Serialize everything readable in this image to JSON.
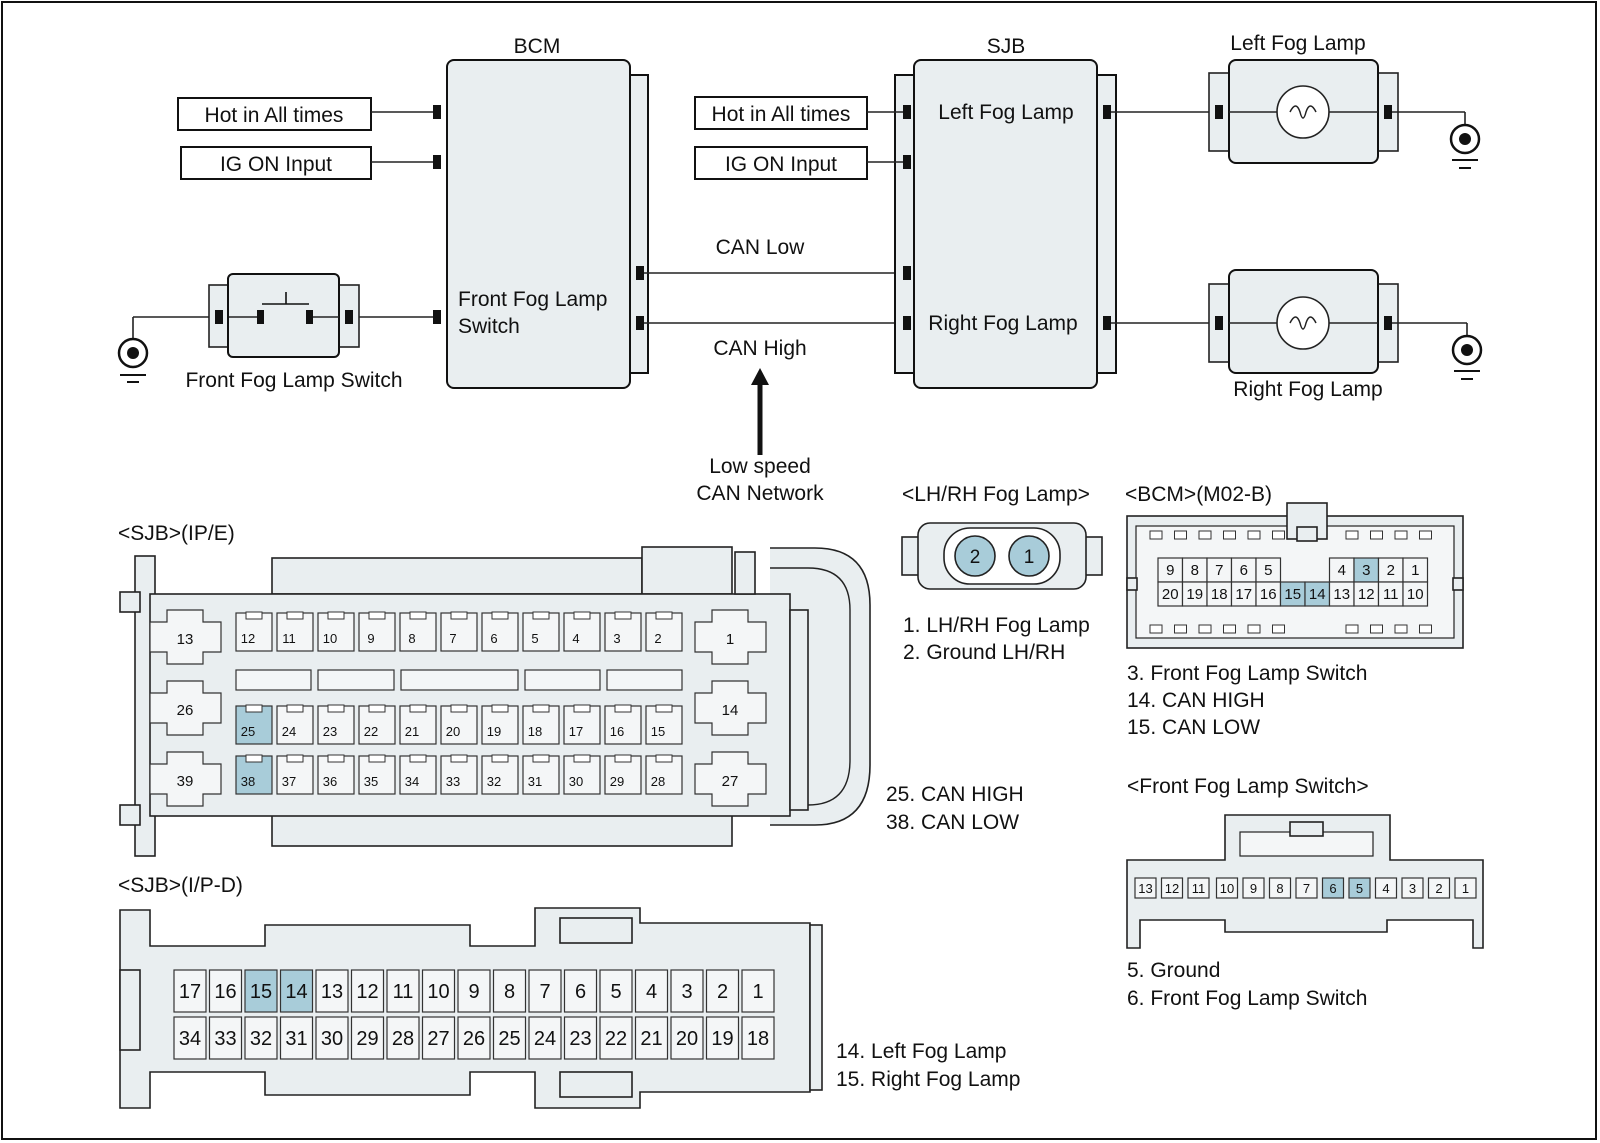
{
  "schematic": {
    "bcm_title": "BCM",
    "sjb_title": "SJB",
    "left_lamp_title": "Left Fog Lamp",
    "right_lamp_title": "Right Fog Lamp",
    "bcm_hot": "Hot in All times",
    "bcm_ig": "IG ON Input",
    "sjb_hot": "Hot in All times",
    "sjb_ig": "IG ON Input",
    "bcm_switch_line1": "Front Fog Lamp",
    "bcm_switch_line2": "Switch",
    "sjb_left": "Left Fog Lamp",
    "sjb_right": "Right Fog Lamp",
    "can_low": "CAN Low",
    "can_high": "CAN High",
    "network_line1": "Low speed",
    "network_line2": "CAN Network",
    "switch_caption": "Front Fog Lamp Switch"
  },
  "sjb_ipe": {
    "title": "<SJB>(IP/E)",
    "big_pins": [
      "13",
      "26",
      "39",
      "1",
      "14",
      "27"
    ],
    "row1": [
      "12",
      "11",
      "10",
      "9",
      "8",
      "7",
      "6",
      "5",
      "4",
      "3",
      "2"
    ],
    "row2": [
      "25",
      "24",
      "23",
      "22",
      "21",
      "20",
      "19",
      "18",
      "17",
      "16",
      "15"
    ],
    "row3": [
      "38",
      "37",
      "36",
      "35",
      "34",
      "33",
      "32",
      "31",
      "30",
      "29",
      "28"
    ],
    "notes": [
      "25. CAN HIGH",
      "38. CAN LOW"
    ]
  },
  "sjb_ipd": {
    "title": "<SJB>(I/P-D)",
    "row1": [
      "17",
      "16",
      "15",
      "14",
      "13",
      "12",
      "11",
      "10",
      "9",
      "8",
      "7",
      "6",
      "5",
      "4",
      "3",
      "2",
      "1"
    ],
    "row2": [
      "34",
      "33",
      "32",
      "31",
      "30",
      "29",
      "28",
      "27",
      "26",
      "25",
      "24",
      "23",
      "22",
      "21",
      "20",
      "19",
      "18"
    ],
    "notes": [
      "14. Left Fog Lamp",
      "15. Right Fog Lamp"
    ]
  },
  "fog_lamp_conn": {
    "title": "<LH/RH Fog Lamp>",
    "pins": [
      "2",
      "1"
    ],
    "notes": [
      "1. LH/RH Fog Lamp",
      "2. Ground LH/RH"
    ]
  },
  "bcm_conn": {
    "title": "<BCM>(M02-B)",
    "row1_left": [
      "9",
      "8",
      "7",
      "6",
      "5"
    ],
    "row1_right": [
      "4",
      "3",
      "2",
      "1"
    ],
    "row2": [
      "20",
      "19",
      "18",
      "17",
      "16",
      "15",
      "14",
      "13",
      "12",
      "11",
      "10"
    ],
    "notes": [
      "3. Front Fog Lamp Switch",
      "14. CAN HIGH",
      "15. CAN LOW"
    ]
  },
  "switch_conn": {
    "title": "<Front Fog Lamp Switch>",
    "pins": [
      "13",
      "12",
      "11",
      "10",
      "9",
      "8",
      "7",
      "6",
      "5",
      "4",
      "3",
      "2",
      "1"
    ],
    "notes": [
      "5. Ground",
      "6. Front Fog Lamp Switch"
    ]
  },
  "colors": {
    "highlight": "#a8ccd9",
    "body": "#e9eef0"
  }
}
